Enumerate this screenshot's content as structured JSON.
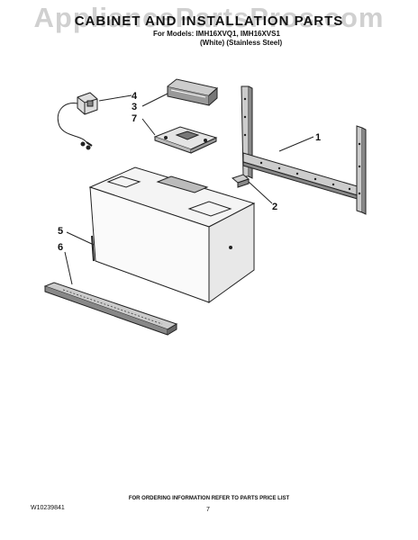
{
  "watermark": "AppliancePartsPros.com",
  "header": {
    "title": "CABINET AND INSTALLATION PARTS",
    "models": "For Models: IMH16XVQ1, IMH16XVS1",
    "colors": "(White) (Stainless Steel)"
  },
  "callouts": [
    "1",
    "2",
    "3",
    "4",
    "5",
    "6",
    "7"
  ],
  "footer": {
    "note": "FOR ORDERING INFORMATION REFER TO PARTS PRICE LIST",
    "doc_number": "W10239841",
    "page_number": "7"
  }
}
